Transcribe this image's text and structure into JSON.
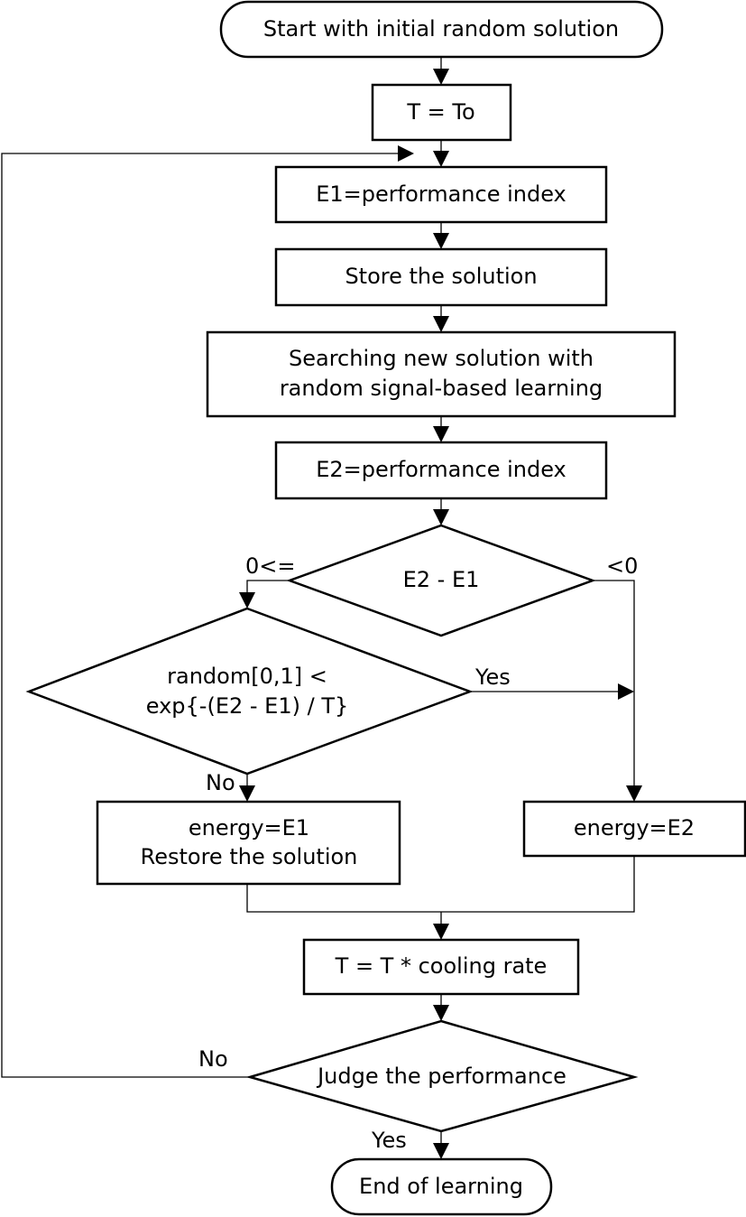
{
  "nodes": {
    "start": "Start with initial random solution",
    "init_temp": "T = To",
    "e1": "E1=performance index",
    "store": "Store the solution",
    "search_line1": "Searching new solution with",
    "search_line2": "random signal-based learning",
    "e2": "E2=performance index",
    "diff": "E2 - E1",
    "accept_line1": "random[0,1]  <",
    "accept_line2": "exp{-(E2 - E1) / T}",
    "restore_line1": "energy=E1",
    "restore_line2": "Restore the solution",
    "energy_e2": "energy=E2",
    "cool": "T = T * cooling rate",
    "judge": "Judge the performance",
    "end": "End of learning"
  },
  "edge_labels": {
    "diff_nonneg": "0<=",
    "diff_neg": "<0",
    "accept_yes": "Yes",
    "accept_no": "No",
    "judge_no": "No",
    "judge_yes": "Yes"
  }
}
